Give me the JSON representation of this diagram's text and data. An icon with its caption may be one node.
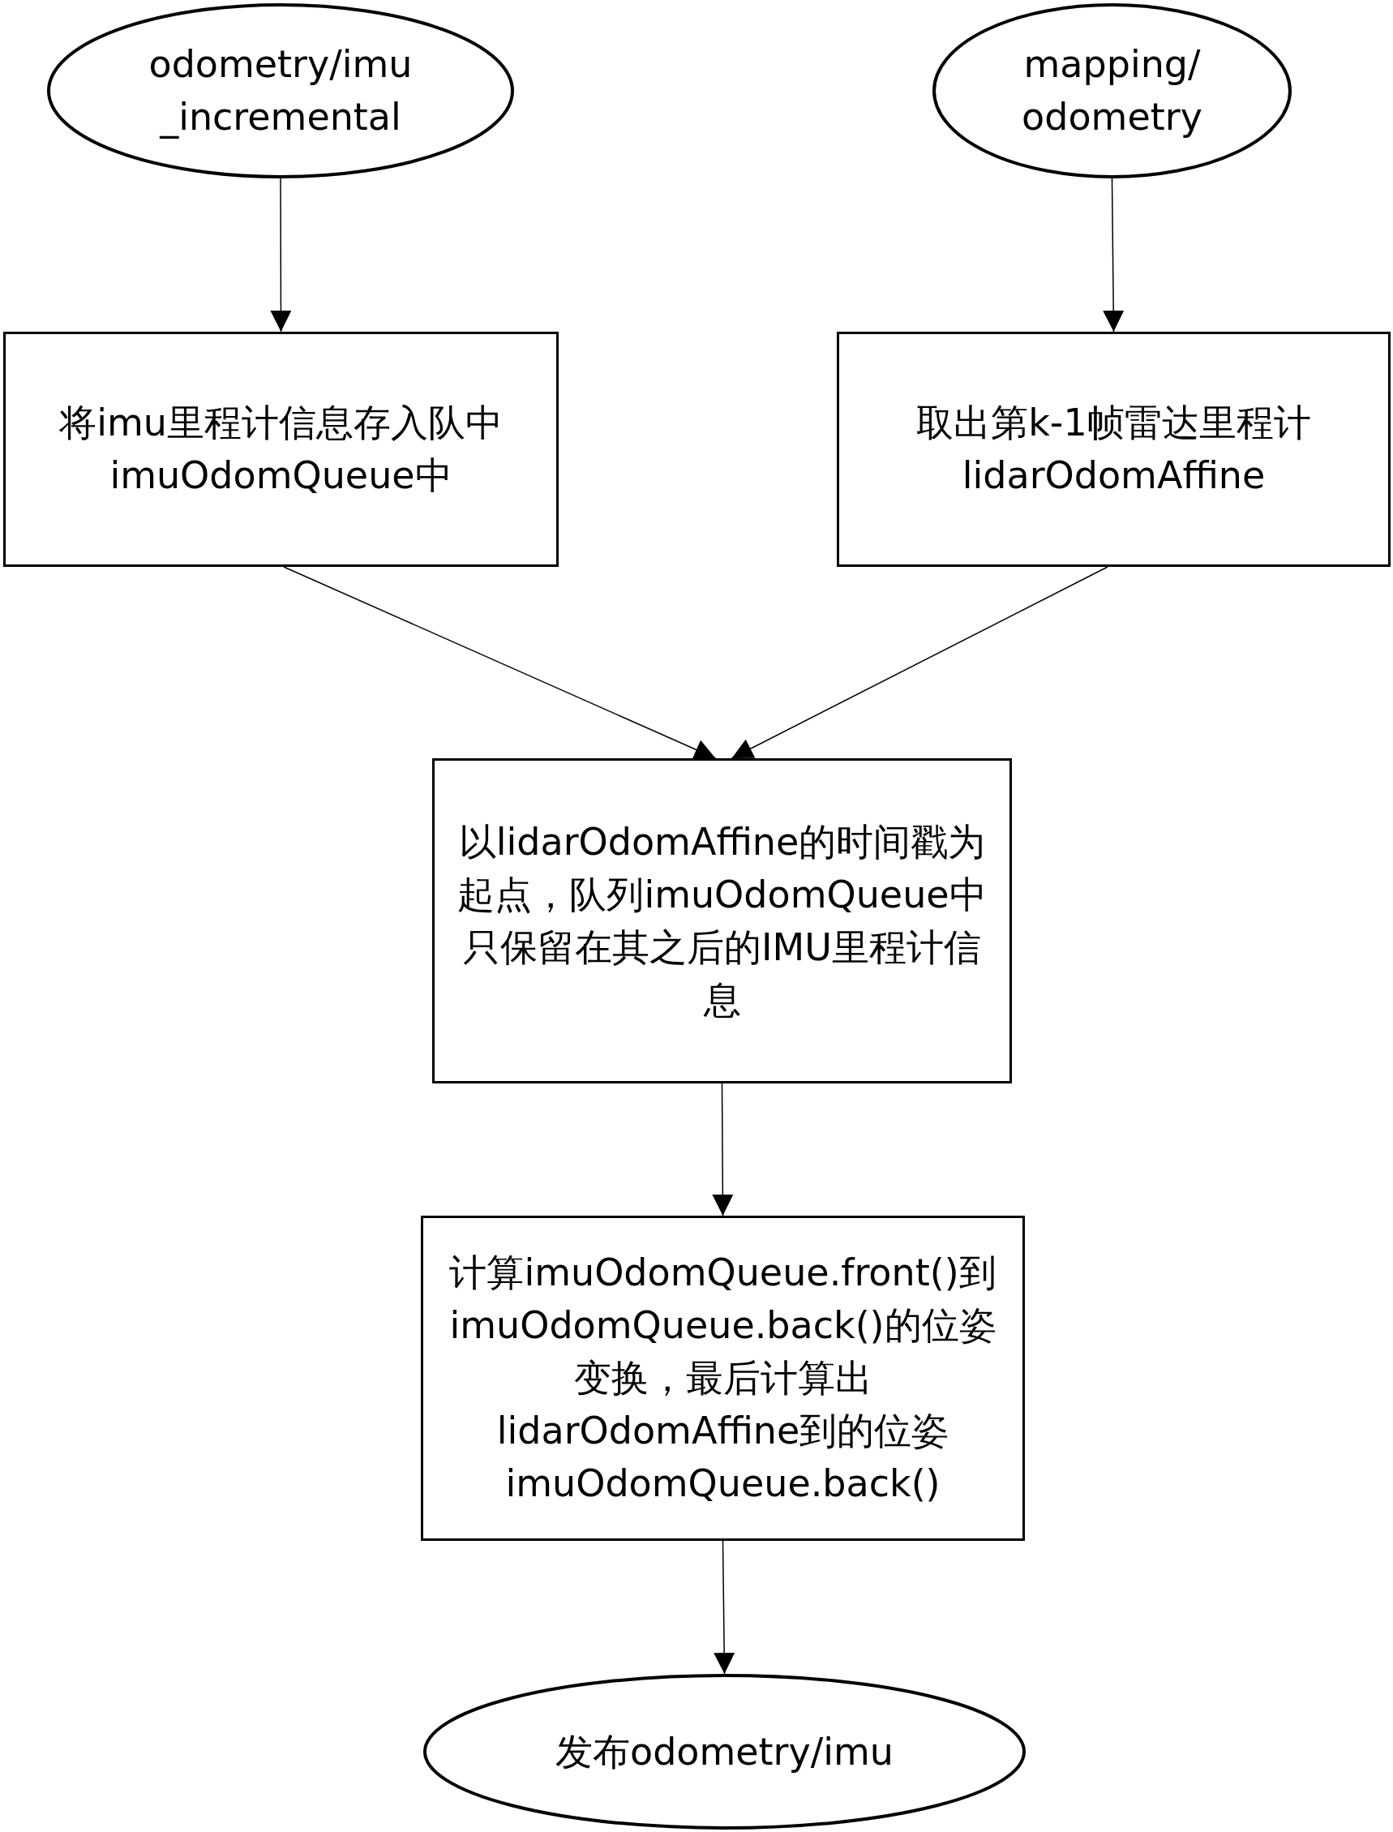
{
  "diagram": {
    "nodes": [
      {
        "text": [
          "odometry/imu _incremental"
        ]
      },
      {
        "text": [
          "mapping/ odometry"
        ]
      },
      {
        "text": [
          "将imu里程计信息存入队中imuOdomQueue中"
        ]
      },
      {
        "text": [
          "取出第k-1帧雷达里程计lidarOdomAffine"
        ]
      },
      {
        "text": [
          "以lidarOdomAffine的时间戳为起点，队列imuOdomQueue中只保留在其之后的IMU里程计信息"
        ]
      },
      {
        "text": [
          "计算imuOdomQueue.front()到imuOdomQueue.back()的位姿变换，最后计算出lidarOdomAffine到的位姿imuOdomQueue.back()"
        ]
      },
      {
        "text": [
          "发布odometry/imu"
        ]
      }
    ],
    "edges": [
      {
        "from": 0,
        "to": 2,
        "arrow": "to"
      },
      {
        "from": 1,
        "to": 3,
        "arrow": "to"
      },
      {
        "from": 2,
        "to": 4,
        "arrow": "to"
      },
      {
        "from": 3,
        "to": 4,
        "arrow": "to"
      },
      {
        "from": 4,
        "to": 5,
        "arrow": "to"
      },
      {
        "from": 5,
        "to": 6,
        "arrow": "to"
      }
    ]
  }
}
